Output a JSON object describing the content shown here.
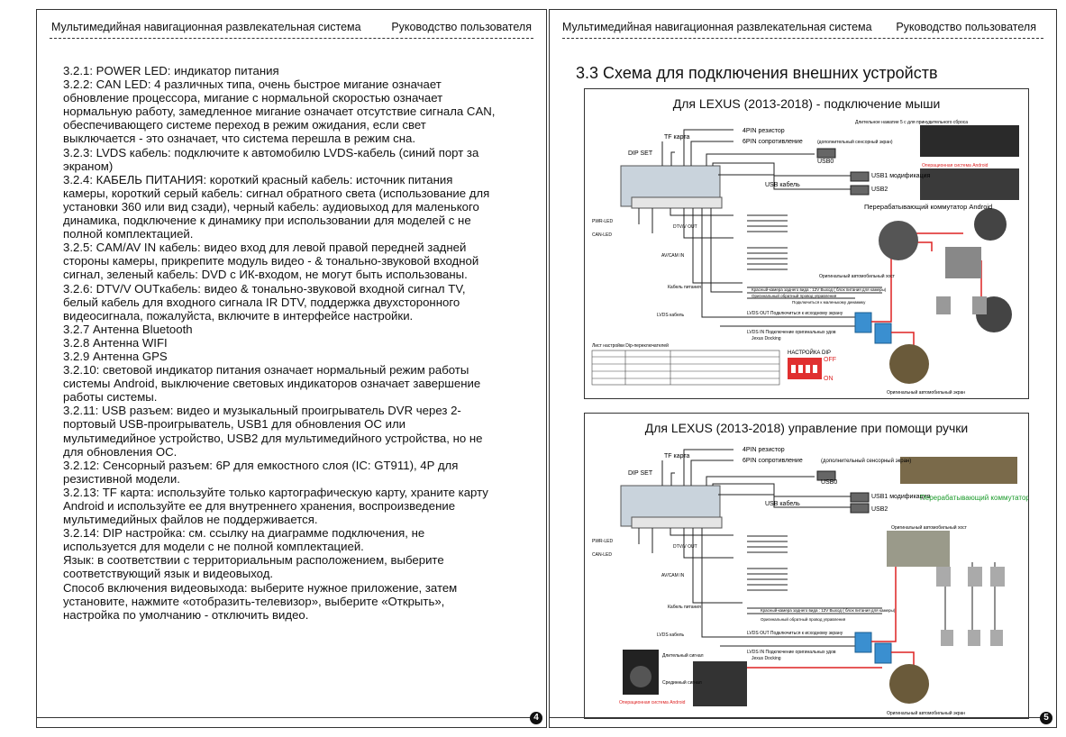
{
  "left_page": {
    "header_left": "Мультимедийная навигационная развлекательная система",
    "header_right": "Руководство пользователя",
    "page_number": "4",
    "paragraphs": [
      "3.2.1: POWER LED: индикатор питания",
      "3.2.2: CAN LED: 4 различных типа, очень быстрое мигание означает обновление процессора, мигание с нормальной скоростью означает нормальную работу, замедленное мигание означает отсутствие сигнала CAN, обеспечивающего системе переход в режим ожидания, если свет выключается - это означает, что система перешла в режим сна.",
      "3.2.3: LVDS кабель: подключите к автомобилю LVDS-кабель (синий порт за экраном)",
      "3.2.4: КАБЕЛЬ ПИТАНИЯ: короткий красный кабель: источник питания камеры, короткий серый кабель: сигнал обратного света (использование для установки 360 или вид сзади), черный кабель: аудиовыход для маленького динамика, подключение к динамику при использовании для моделей с не полной комплектацией.",
      "3.2.5: CAM/AV IN кабель: видео вход для левой правой передней задней стороны камеры, прикрепите модуль видео - & тонально-звуковой входной сигнал, зеленый кабель: DVD с ИК-входом, не могут быть использованы.",
      "3.2.6: DTV/V OUTкабель: видео & тонально-звуковой входной сигнал TV, белый кабель для входного сигнала IR DTV, поддержка двухсторонного видеосигнала, пожалуйста, включите в интерфейсе настройки.",
      "3.2.7 Антенна Bluetooth",
      "3.2.8 Антенна WIFI",
      "3.2.9 Антенна GPS",
      "3.2.10: световой индикатор питания означает нормальный режим работы системы Android, выключение световых индикаторов означает завершение работы системы.",
      "3.2.11: USB разъем: видео и музыкальный проигрыватель DVR через 2-портовый USB-проигрыватель, USB1 для обновления ОС или мультимедийное устройство, USB2 для мультимедийного устройства, но не для обновления ОС.",
      "3.2.12: Сенсорный разъем: 6P для емкостного слоя (IC: GT911), 4P для резистивной модели.",
      "3.2.13: TF карта: используйте только картографическую карту, храните карту Android и используйте ее для внутреннего хранения, воспроизведение мультимедийных файлов не поддерживается.",
      "3.2.14: DIP настройка: см. ссылку на диаграмме подключения, не используется для модели с не полной комплектацией.",
      "Язык: в соответствии с территориальным расположением, выберите соответствующий язык и видеовыход.",
      "Способ включения видеовыхода: выберите нужное приложение, затем установите, нажмите «отобразить-телевизор», выберите «Открыть», настройка по умолчанию - отключить видео."
    ]
  },
  "right_page": {
    "header_left": "Мультимедийная навигационная развлекательная система",
    "header_right": "Руководство пользователя",
    "page_number": "5",
    "section_title": "3.3  Схема для подключения внешних устройств",
    "diagram_mouse": {
      "title": "Для LEXUS (2013-2018) - подключение мыши",
      "labels": {
        "tf": "TF карта",
        "dip": "DIP SET",
        "pin4": "4PIN резистор",
        "pin6": "6PIN сопротивление",
        "touch": "(дополнительный сенсорный экран)",
        "usb0": "USB0",
        "usb1": "USB1 модификация",
        "usb_cable": "USB кабель",
        "usb2": "USB2",
        "commutator": "Перерабатывающий коммутатор Android",
        "pwr": "PWR-LED",
        "can": "CAN-LED",
        "dtv": "DTV/V OUT",
        "av": "AV/CAM IN",
        "cable": "Кабель питания",
        "lvds": "LVDS кабель",
        "lvds_out": "LVDS OUT Подключиться к исходному экрану",
        "lvds_in": "LVDS IN Подключение оригинальных удов",
        "docking": "Jexus Docking",
        "dip_table_title": "Лист настройки Dip-переключателей",
        "dip_settings": "НАСТРОЙКА DIP",
        "off": "OFF",
        "on": "ON",
        "orig_host": "Оригинальный автомобильный хост",
        "orig_screen": "Оригинальный автомобильный экран",
        "os_android": "Операционная система Android",
        "long_press": "Длительное нажатие 5 с для принудительного сброса",
        "rear_cam": "Красный-камера заднего вида : 12V Выход ( блок питания для камеры)",
        "reverse": "Оригинальный обратный провод управления",
        "speaker": "Подключиться к маленькому динамику"
      }
    },
    "diagram_knob": {
      "title": "Для LEXUS (2013-2018) управление при помощи ручки",
      "labels": {
        "tf": "TF карта",
        "dip": "DIP SET",
        "pin4": "4PIN резистор",
        "pin6": "6PIN сопротивление",
        "touch": "(дополнительный сенсорный экран)",
        "usb0": "USB0",
        "usb1": "USB1 модификация",
        "usb_cable": "USB кабель",
        "usb2": "USB2",
        "commutator": "Перерабатывающий коммутатор Android",
        "pwr": "PWR-LED",
        "can": "CAN-LED",
        "dtv": "DTV/V OUT",
        "av": "AV/CAM IN",
        "cable": "Кабель питания",
        "lvds": "LVDS кабель",
        "lvds_out": "LVDS OUT Подключиться к исходному экрану",
        "lvds_in": "LVDS IN Подключение оригинальных удов",
        "docking": "Jexus Docking",
        "orig_host": "Оригинальный автомобильный хост",
        "orig_screen": "Оригинальный автомобильный экран",
        "os_android": "Операционная система Android",
        "long_signal": "Длительный сигнал",
        "mid_signal": "Срединный сигнал",
        "rear_cam": "Красный-камера заднего вида : 12V Выход ( блок питания для камеры)",
        "reverse": "Оригинальный обратный провод управления"
      }
    }
  }
}
